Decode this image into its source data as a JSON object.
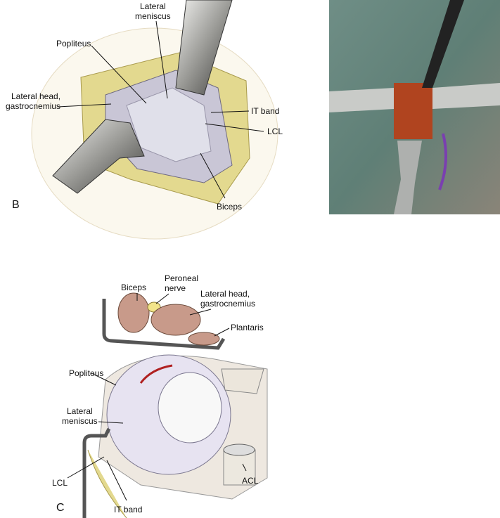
{
  "panel_b": {
    "letter": "B",
    "labels": {
      "lateral_meniscus": [
        "Lateral",
        "meniscus"
      ],
      "popliteus": "Popliteus",
      "lateral_head": [
        "Lateral head,",
        "gastrocnemius"
      ],
      "it_band": "IT band",
      "lcl": "LCL",
      "biceps": "Biceps"
    }
  },
  "panel_c": {
    "letter": "C",
    "labels": {
      "biceps": "Biceps",
      "peroneal_nerve": [
        "Peroneal",
        "nerve"
      ],
      "lateral_head": [
        "Lateral head,",
        "gastrocnemius"
      ],
      "plantaris": "Plantaris",
      "popliteus": "Popliteus",
      "lateral_meniscus": [
        "Lateral",
        "meniscus"
      ],
      "lcl": "LCL",
      "it_band": "IT band",
      "acl": "ACL"
    }
  }
}
